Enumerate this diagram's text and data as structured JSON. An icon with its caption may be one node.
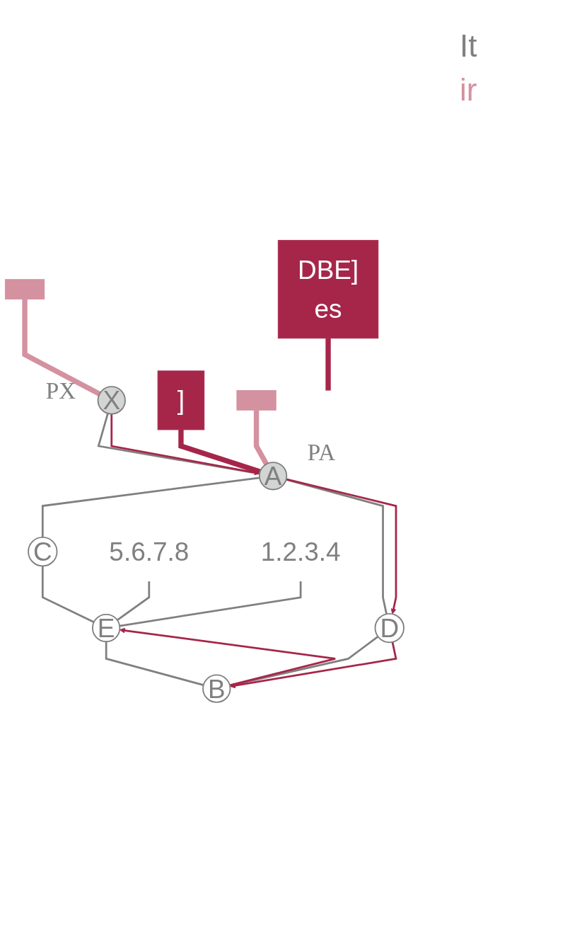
{
  "diagram": {
    "nodes": [
      {
        "text": [],
        "shape": "box"
      },
      {
        "text": [
          "X"
        ],
        "beside": [
          "PX"
        ]
      },
      {
        "text": [
          "DBE]",
          "es"
        ]
      },
      {
        "text": [
          "]"
        ]
      },
      {
        "text": [
          "A"
        ],
        "beside": [
          "PA"
        ]
      },
      {
        "text": [],
        "shape": "box"
      },
      {
        "text": [
          "C"
        ]
      },
      {
        "text": [
          "D"
        ]
      },
      {
        "text": [
          "E"
        ]
      },
      {
        "text": [
          "B"
        ]
      },
      {
        "text": [
          "5.6.7.8"
        ]
      },
      {
        "text": [
          "1.2.3.4"
        ]
      }
    ],
    "edges": [
      {
        "from": 0,
        "to": 1,
        "arrow": "none",
        "style": "thick",
        "color": "#d4919f"
      },
      {
        "from": 2,
        "to": null,
        "arrow": "none",
        "style": "thick",
        "color": "#a6264a"
      },
      {
        "from": 3,
        "to": 4,
        "arrow": "none",
        "style": "thick",
        "color": "#a6264a"
      },
      {
        "from": 5,
        "to": 4,
        "arrow": "none",
        "style": "thick",
        "color": "#d4919f"
      },
      {
        "from": 1,
        "to": 4,
        "arrow": "none"
      },
      {
        "from": 4,
        "to": 6,
        "arrow": "none"
      },
      {
        "from": 4,
        "to": 7,
        "arrow": "none"
      },
      {
        "from": 6,
        "to": 8,
        "arrow": "none"
      },
      {
        "from": 7,
        "to": 9,
        "arrow": "none"
      },
      {
        "from": 8,
        "to": 9,
        "arrow": "none"
      },
      {
        "from": 1,
        "to": 4,
        "arrow": "to",
        "color": "#a6264a"
      },
      {
        "from": 4,
        "to": 7,
        "arrow": "to",
        "color": "#a6264a"
      },
      {
        "from": 7,
        "to": 9,
        "arrow": "to",
        "color": "#a6264a"
      },
      {
        "from": 9,
        "to": 8,
        "arrow": "to",
        "color": "#a6264a"
      },
      {
        "from": 10,
        "to": 8,
        "arrow": "none"
      },
      {
        "from": 11,
        "to": 8,
        "arrow": "none"
      }
    ],
    "labels": [
      "It",
      "ir"
    ]
  }
}
